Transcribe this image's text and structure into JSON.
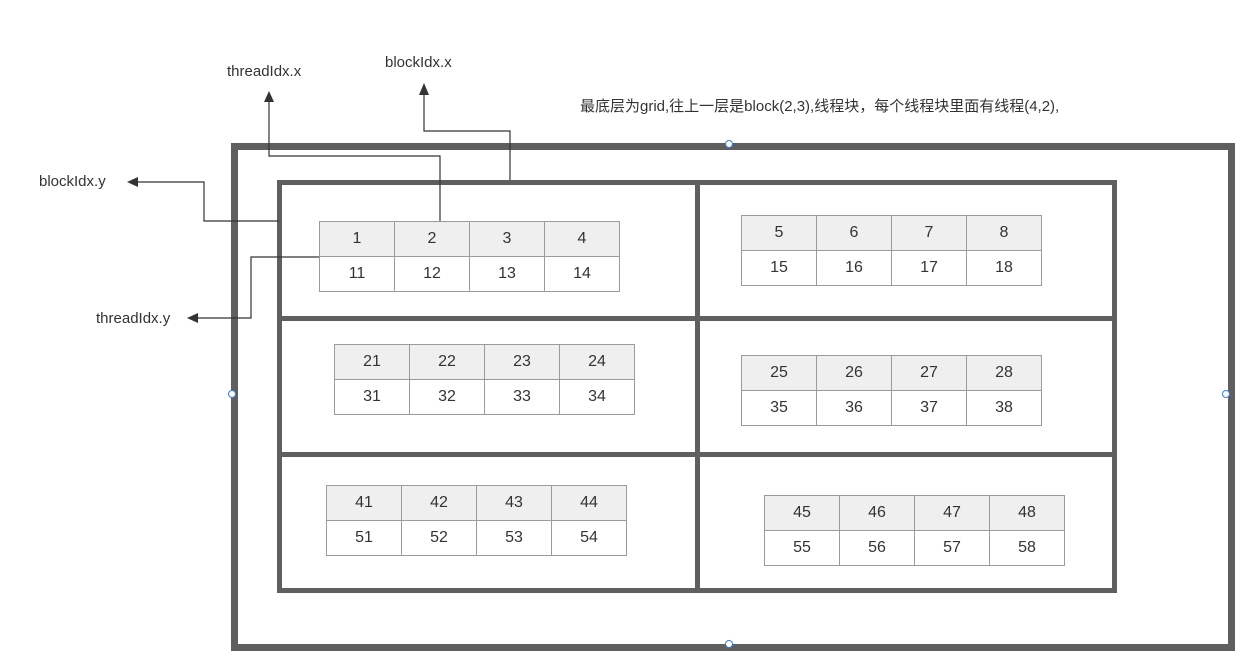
{
  "labels": {
    "thread_x": "threadIdx.x",
    "block_x": "blockIdx.x",
    "block_y": "blockIdx.y",
    "thread_y": "threadIdx.y",
    "description": "最底层为grid,往上一层是block(2,3),线程块，每个线程块里面有线程(4,2),"
  },
  "blocks": [
    {
      "top": [
        "1",
        "2",
        "3",
        "4"
      ],
      "bottom": [
        "11",
        "12",
        "13",
        "14"
      ]
    },
    {
      "top": [
        "5",
        "6",
        "7",
        "8"
      ],
      "bottom": [
        "15",
        "16",
        "17",
        "18"
      ]
    },
    {
      "top": [
        "21",
        "22",
        "23",
        "24"
      ],
      "bottom": [
        "31",
        "32",
        "33",
        "34"
      ]
    },
    {
      "top": [
        "25",
        "26",
        "27",
        "28"
      ],
      "bottom": [
        "35",
        "36",
        "37",
        "38"
      ]
    },
    {
      "top": [
        "41",
        "42",
        "43",
        "44"
      ],
      "bottom": [
        "51",
        "52",
        "53",
        "54"
      ]
    },
    {
      "top": [
        "45",
        "46",
        "47",
        "48"
      ],
      "bottom": [
        "55",
        "56",
        "57",
        "58"
      ]
    }
  ],
  "colors": {
    "frame": "#5f5f5f",
    "cell_border": "#9b9b9b",
    "header_fill": "#efefef",
    "arrow": "#333333",
    "handle": "#3b7dd8"
  }
}
